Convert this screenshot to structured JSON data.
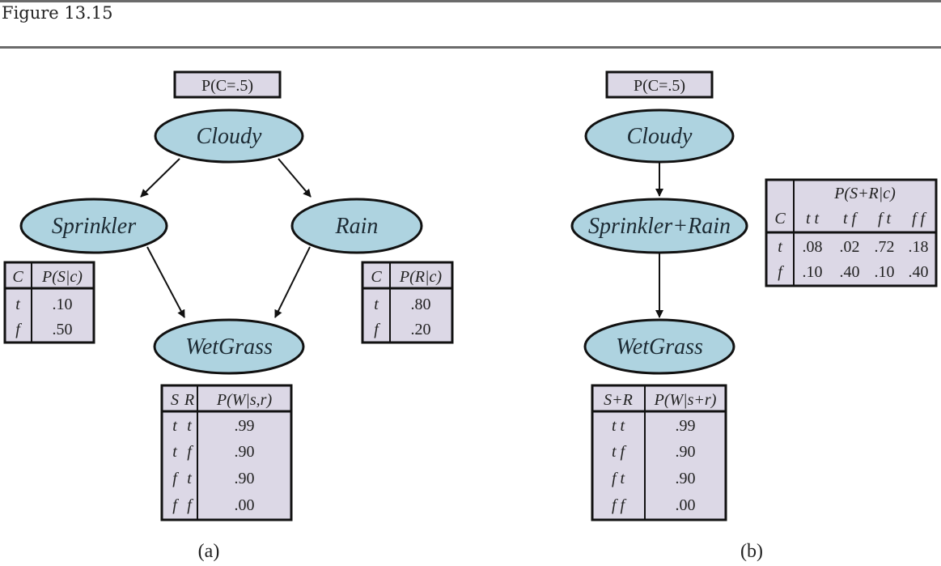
{
  "header": {
    "title": "Figure 13.15"
  },
  "colors": {
    "node_fill": "#aed3e0",
    "table_fill": "#dcd8e6",
    "stroke": "#111111",
    "rule": "#6b6b6b"
  },
  "diagram_a": {
    "caption": "(a)",
    "prior": "P(C=.5)",
    "nodes": {
      "cloudy": "Cloudy",
      "sprinkler": "Sprinkler",
      "rain": "Rain",
      "wetgrass": "WetGrass"
    },
    "edges": [
      [
        "Cloudy",
        "Sprinkler"
      ],
      [
        "Cloudy",
        "Rain"
      ],
      [
        "Sprinkler",
        "WetGrass"
      ],
      [
        "Rain",
        "WetGrass"
      ]
    ],
    "cpt_sprinkler": {
      "headers": [
        "C",
        "P(S|c)"
      ],
      "rows": [
        [
          "t",
          ".10"
        ],
        [
          "f",
          ".50"
        ]
      ]
    },
    "cpt_rain": {
      "headers": [
        "C",
        "P(R|c)"
      ],
      "rows": [
        [
          "t",
          ".80"
        ],
        [
          "f",
          ".20"
        ]
      ]
    },
    "cpt_wetgrass": {
      "headers": [
        "S",
        "R",
        "P(W|s,r)"
      ],
      "rows": [
        [
          "t",
          "t",
          ".99"
        ],
        [
          "t",
          "f",
          ".90"
        ],
        [
          "f",
          "t",
          ".90"
        ],
        [
          "f",
          "f",
          ".00"
        ]
      ]
    }
  },
  "diagram_b": {
    "caption": "(b)",
    "prior": "P(C=.5)",
    "nodes": {
      "cloudy": "Cloudy",
      "sprinklerrain": "Sprinkler+Rain",
      "wetgrass": "WetGrass"
    },
    "edges": [
      [
        "Cloudy",
        "Sprinkler+Rain"
      ],
      [
        "Sprinkler+Rain",
        "WetGrass"
      ]
    ],
    "cpt_sprinklerrain": {
      "title": "P(S+R|c)",
      "headers": [
        "C",
        "t t",
        "t f",
        "f t",
        "f f"
      ],
      "rows": [
        [
          "t",
          ".08",
          ".02",
          ".72",
          ".18"
        ],
        [
          "f",
          ".10",
          ".40",
          ".10",
          ".40"
        ]
      ]
    },
    "cpt_wetgrass": {
      "headers": [
        "S+R",
        "P(W|s+r)"
      ],
      "rows": [
        [
          "t t",
          ".99"
        ],
        [
          "t f",
          ".90"
        ],
        [
          "f t",
          ".90"
        ],
        [
          "f f",
          ".00"
        ]
      ]
    }
  }
}
